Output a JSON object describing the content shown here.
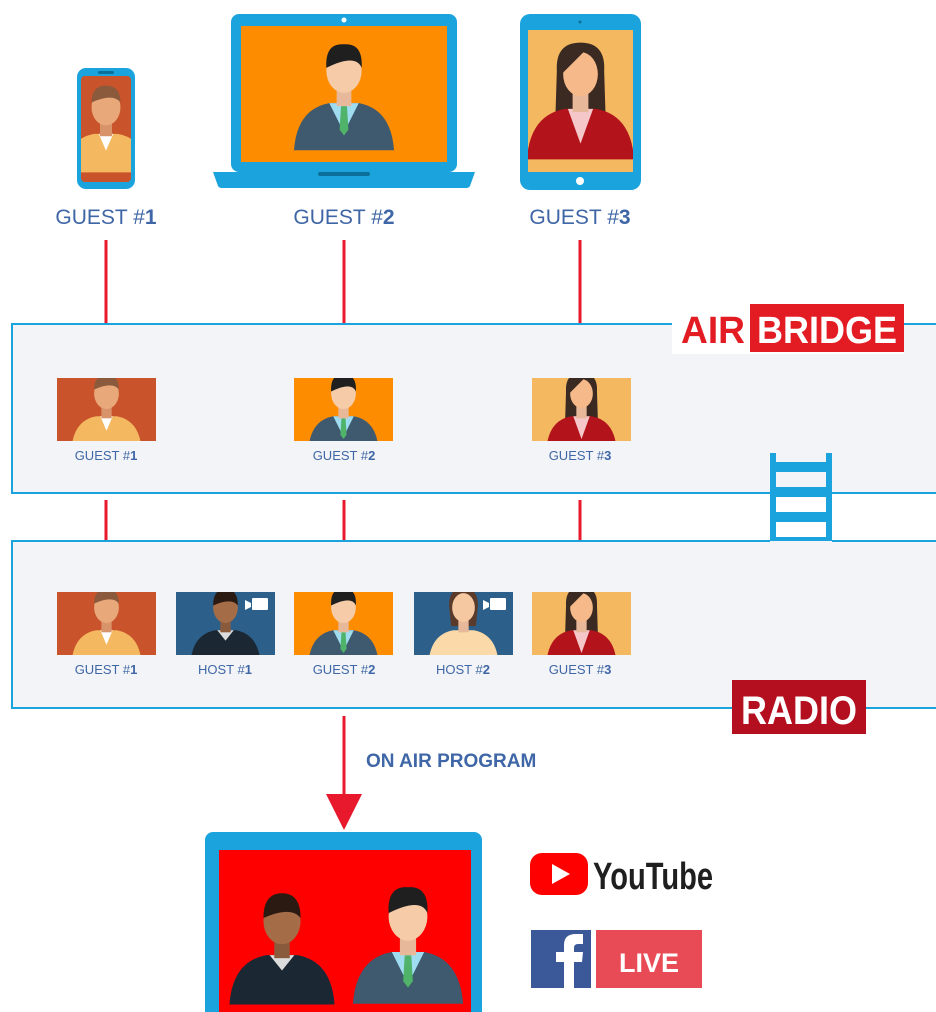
{
  "devices": [
    {
      "prefix": "GUEST #",
      "num": "1",
      "device": "phone"
    },
    {
      "prefix": "GUEST #",
      "num": "2",
      "device": "laptop"
    },
    {
      "prefix": "GUEST #",
      "num": "3",
      "device": "tablet"
    }
  ],
  "airbridge": {
    "logo_left": "AIR",
    "logo_right": "BRIDGE",
    "tiles": [
      {
        "prefix": "GUEST #",
        "num": "1"
      },
      {
        "prefix": "GUEST #",
        "num": "2"
      },
      {
        "prefix": "GUEST #",
        "num": "3"
      }
    ]
  },
  "radio": {
    "logo": "RADIO",
    "tiles": [
      {
        "prefix": "GUEST #",
        "num": "1"
      },
      {
        "prefix": "HOST #",
        "num": "1"
      },
      {
        "prefix": "GUEST #",
        "num": "2"
      },
      {
        "prefix": "HOST #",
        "num": "2"
      },
      {
        "prefix": "GUEST #",
        "num": "3"
      }
    ]
  },
  "program": {
    "label": "ON AIR PROGRAM"
  },
  "platforms": {
    "youtube": "YouTube",
    "facebook_live": "LIVE"
  },
  "colors": {
    "frame": "#1aa3dc",
    "arrow": "#e8192c",
    "label": "#3f66a6",
    "logo_red": "#e31b23",
    "radio_red": "#b30f1f",
    "panel_bg": "#f2f4f7",
    "panel_border": "#1aa3dc"
  }
}
